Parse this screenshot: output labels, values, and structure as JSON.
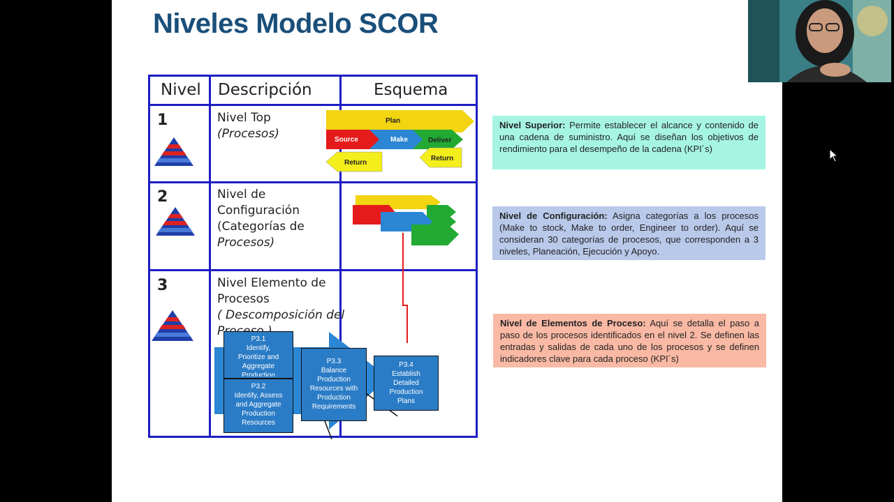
{
  "title": "Niveles Modelo SCOR",
  "table": {
    "headers": [
      "Nivel",
      "Descripción",
      "Esquema"
    ],
    "rows": [
      {
        "num": "1",
        "line1": "Nivel Top",
        "line2": "(Procesos)"
      },
      {
        "num": "2",
        "line1": "Nivel de",
        "line2": "Configuración",
        "line3": "(Categorías de",
        "line4": "Procesos)"
      },
      {
        "num": "3",
        "line1": "Nivel Elemento de",
        "line2": "Procesos",
        "line3": "( Descomposición del",
        "line4": "Proceso )"
      }
    ]
  },
  "scheme1": {
    "plan": "Plan",
    "source": "Source",
    "make": "Make",
    "deliver": "Deliver",
    "return_left": "Return",
    "return_right": "Return"
  },
  "scheme3": {
    "p31": {
      "code": "P3.1",
      "l1": "Identify,",
      "l2": "Prioritize and",
      "l3": "Aggregate",
      "l4": "Production"
    },
    "p32": {
      "code": "P3.2",
      "l1": "Identify, Assess",
      "l2": "and Aggregate",
      "l3": "Production",
      "l4": "Resources"
    },
    "p33": {
      "code": "P3.3",
      "l1": "Balance",
      "l2": "Production",
      "l3": "Resources with",
      "l4": "Production",
      "l5": "Requirements"
    },
    "p34": {
      "code": "P3.4",
      "l1": "Establish",
      "l2": "Detailed",
      "l3": "Production",
      "l4": "Plans"
    }
  },
  "info": [
    {
      "label": "Nivel Superior:",
      "text": " Permite establecer el alcance  y contenido de una cadena de suministro.  Aquí se diseñan los objetivos de rendimiento para el desempeño  de la cadena (KPI´s)",
      "color": "#a6f5e3"
    },
    {
      "label": "Nivel de Configuración:",
      "text": " Asigna categorías a los procesos (Make to stock, Make to order, Engineer to order). Aquí se consideran 30 categorías de procesos, que corresponden a 3 niveles, Planeación, Ejecución y Apoyo.",
      "color": "#b9c9ea"
    },
    {
      "label": "Nivel de Elementos de Proceso:",
      "text": " Aquí se detalla el paso a paso de los procesos identificados en el nivel 2. Se definen las entradas y salidas de cada uno de los procesos y se definen indicadores clave para cada proceso (KPI´s)",
      "color": "#f9b9a4"
    }
  ],
  "colors": {
    "title": "#1a4f7a",
    "table_border": "#1d1dc4",
    "plan": "#f2d411",
    "source": "#e51b1b",
    "make": "#2b86d4",
    "deliver": "#22aa33",
    "return": "#f4ee1c"
  }
}
